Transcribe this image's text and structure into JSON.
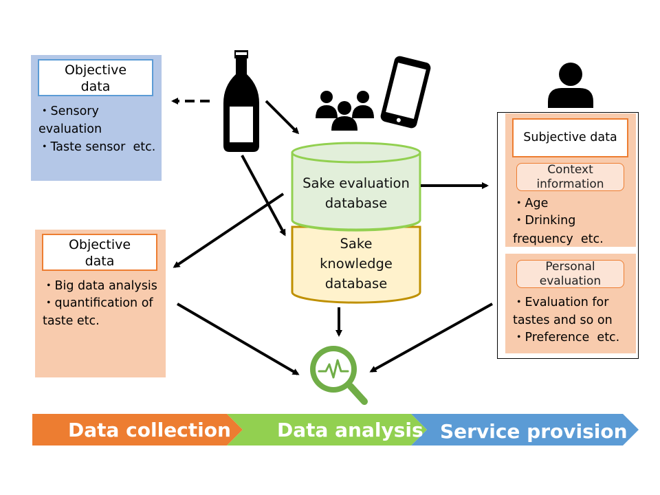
{
  "left_top": {
    "title_line1": "Objective",
    "title_line2": "data",
    "bullet_1_line1": "・Sensory",
    "bullet_1_line2": "evaluation",
    "bullet_2": "・Taste sensor  etc."
  },
  "left_bottom": {
    "title_line1": "Objective",
    "title_line2": "data",
    "bullet_1": "・Big data analysis",
    "bullet_2_line1": "・quantification of",
    "bullet_2_line2": "taste etc."
  },
  "database": {
    "top_line1": "Sake evaluation",
    "top_line2": "database",
    "bottom_line1": "Sake",
    "bottom_line2": "knowledge",
    "bottom_line3": "database"
  },
  "right": {
    "title": "Subjective data",
    "context_line1": "Context",
    "context_line2": "information",
    "context_bullet_1": "・Age",
    "context_bullet_2_line1": "・Drinking",
    "context_bullet_2_line2": "frequency  etc.",
    "personal_line1": "Personal",
    "personal_line2": "evaluation",
    "personal_bullet_1_line1": "・Evaluation for",
    "personal_bullet_1_line2": "tastes and so on",
    "personal_bullet_2": "・Preference  etc."
  },
  "stages": {
    "stage_1": "Data collection",
    "stage_2": "Data analysis",
    "stage_3": "Service provision"
  },
  "colors": {
    "blue_panel": "#b4c7e7",
    "peach_panel": "#f8cbad",
    "orange": "#ed7d31",
    "green": "#92d050",
    "blue_arrow": "#5b9bd5",
    "cyl_green_fill": "#e2efda",
    "cyl_green_stroke": "#92d050",
    "cyl_yellow_fill": "#fff2cc",
    "cyl_yellow_stroke": "#bf9000",
    "magnifier_green": "#70ad47"
  },
  "icons": [
    "sake-bottle-icon",
    "people-group-icon",
    "smartphone-icon",
    "user-icon",
    "analysis-magnifier-icon"
  ]
}
